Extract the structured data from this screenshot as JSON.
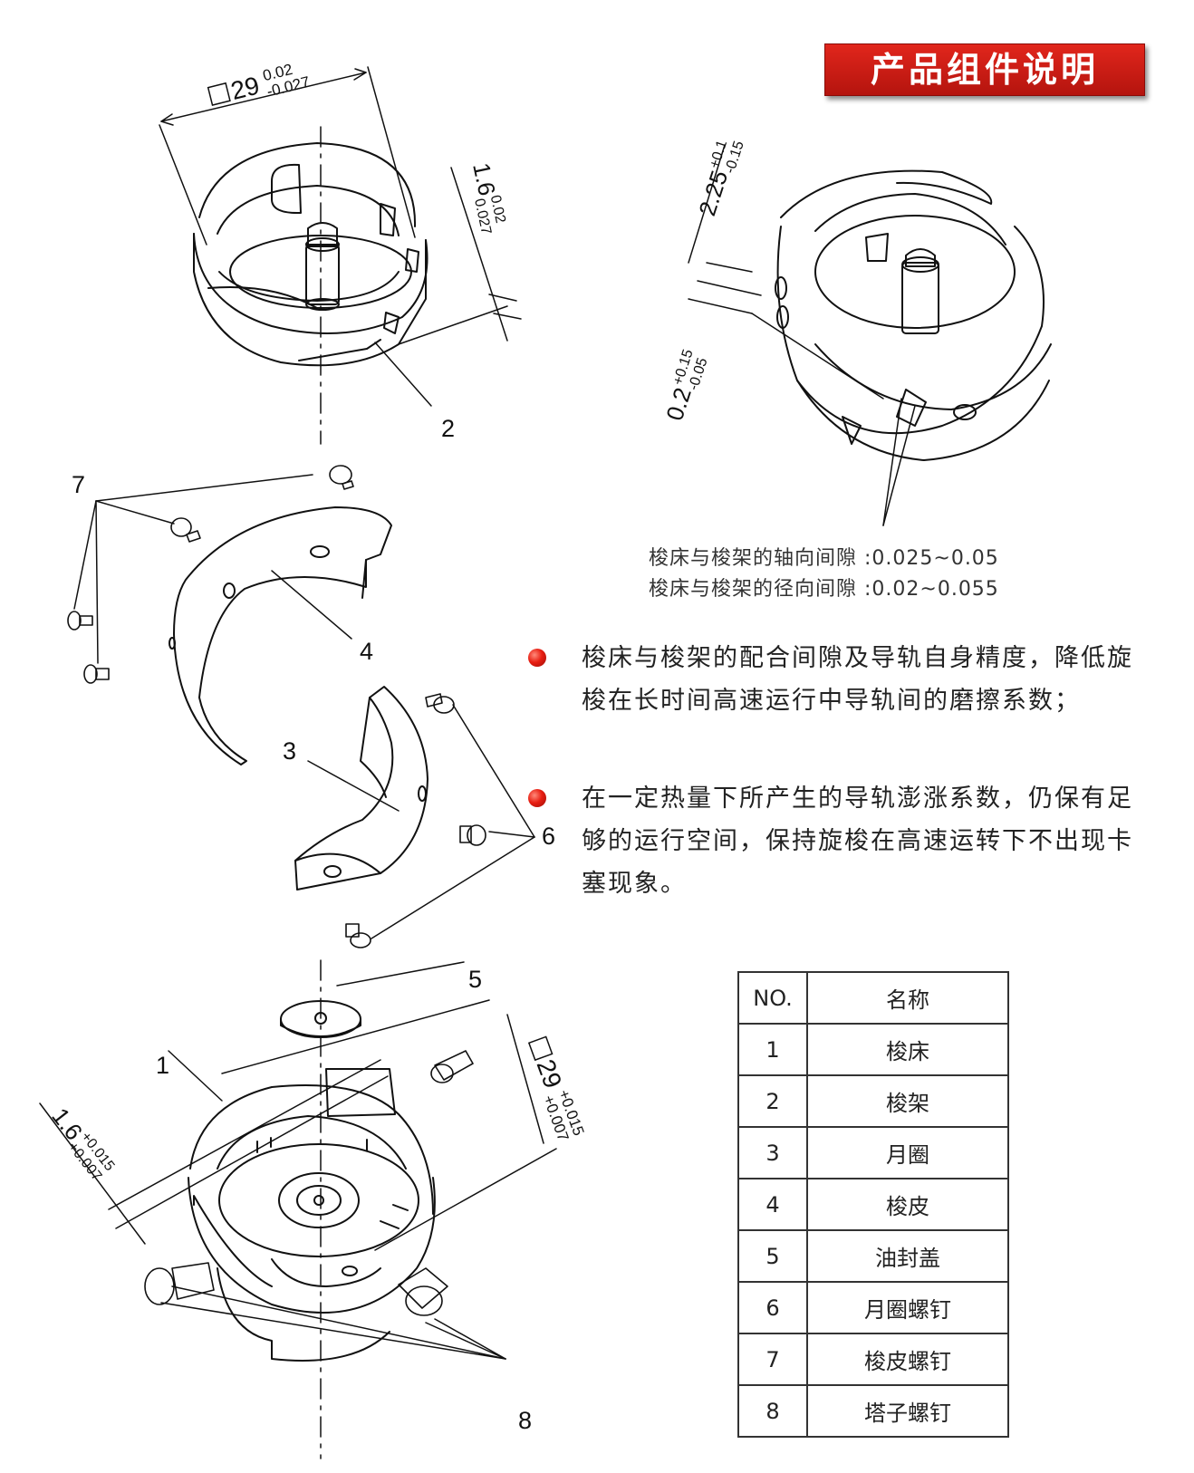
{
  "header": {
    "title": "产品组件说明"
  },
  "dimensions": {
    "top_width": {
      "base": "29",
      "upper": "0.02",
      "lower": "-0.027"
    },
    "top_height": {
      "base": "1.6",
      "upper": "0.02",
      "lower": "0.027"
    },
    "right_top": {
      "base": "2.25",
      "upper": "+0.1",
      "lower": "-0.15"
    },
    "right_gap": {
      "base": "0.2",
      "upper": "+0.15",
      "lower": "-0.05"
    },
    "bottom_width": {
      "base": "29",
      "upper": "+0.015",
      "lower": "+0.007"
    },
    "bottom_height": {
      "base": "1.6",
      "upper": "+0.015",
      "lower": "+0.007"
    }
  },
  "callouts": {
    "n1": "1",
    "n2": "2",
    "n3": "3",
    "n4": "4",
    "n5": "5",
    "n6": "6",
    "n7": "7",
    "n8": "8"
  },
  "specs": {
    "axial": "梭床与梭架的轴向间隙 :0.025~0.05",
    "radial": "梭床与梭架的径向间隙 :0.02~0.055"
  },
  "bullets": [
    {
      "text": "梭床与梭架的配合间隙及导轨自身精度，降低旋梭在长时间高速运行中导轨间的磨擦系数；"
    },
    {
      "text": "在一定热量下所产生的导轨澎涨系数，仍保有足够的运行空间，保持旋梭在高速运转下不出现卡塞现象。"
    }
  ],
  "table": {
    "header_no": "NO.",
    "header_name": "名称",
    "rows": [
      {
        "no": "1",
        "name": "梭床"
      },
      {
        "no": "2",
        "name": "梭架"
      },
      {
        "no": "3",
        "name": "月圈"
      },
      {
        "no": "4",
        "name": "梭皮"
      },
      {
        "no": "5",
        "name": "油封盖"
      },
      {
        "no": "6",
        "name": "月圈螺钉"
      },
      {
        "no": "7",
        "name": "梭皮螺钉"
      },
      {
        "no": "8",
        "name": "塔子螺钉"
      }
    ]
  },
  "colors": {
    "badge": "#d41f16",
    "bullet": "#e81e12",
    "line": "#111111"
  }
}
